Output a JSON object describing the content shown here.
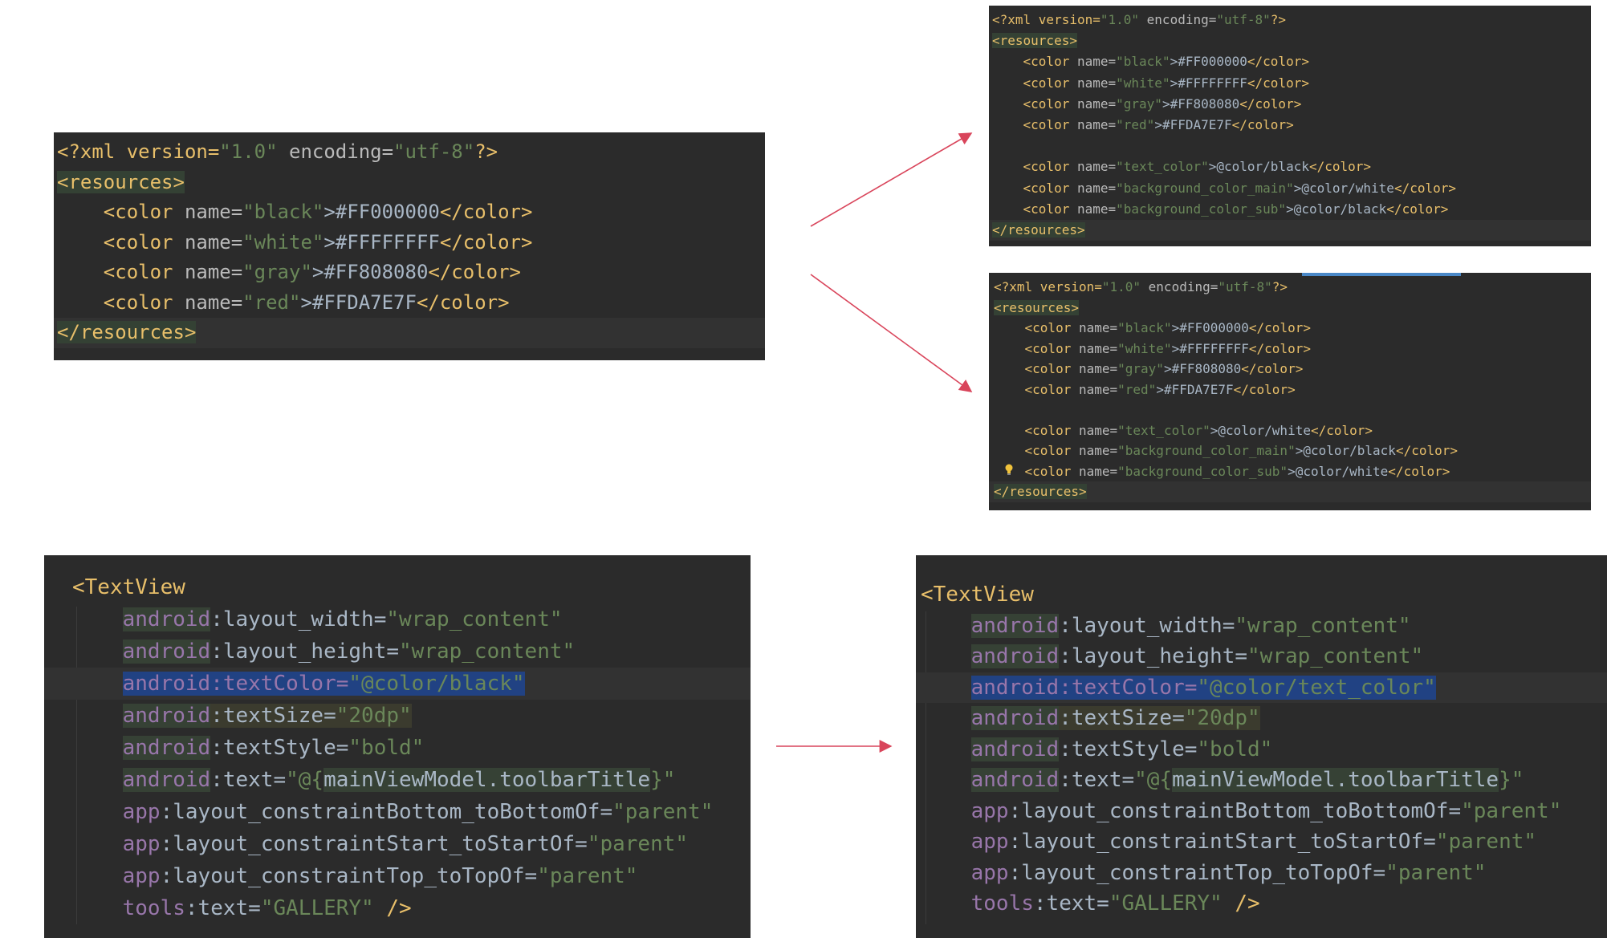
{
  "panels": [
    {
      "id": "colors-original",
      "lines": [
        [
          [
            "<?xml version=",
            "t-pi"
          ],
          [
            "\"1.0\"",
            "t-val"
          ],
          [
            " encoding=",
            "t-attr"
          ],
          [
            "\"utf-8\"",
            "t-val"
          ],
          [
            "?>",
            "t-pi"
          ]
        ],
        [
          [
            "<resources>",
            "t-tag t-resbg"
          ]
        ],
        [
          [
            "    ",
            " "
          ],
          [
            "<color ",
            "t-tag"
          ],
          [
            "name=",
            "t-attr"
          ],
          [
            "\"black\"",
            "t-val"
          ],
          [
            ">#FF000000",
            "t-text"
          ],
          [
            "</color>",
            "t-tag"
          ]
        ],
        [
          [
            "    ",
            " "
          ],
          [
            "<color ",
            "t-tag"
          ],
          [
            "name=",
            "t-attr"
          ],
          [
            "\"white\"",
            "t-val"
          ],
          [
            ">#FFFFFFFF",
            "t-text"
          ],
          [
            "</color>",
            "t-tag"
          ]
        ],
        [
          [
            "    ",
            " "
          ],
          [
            "<color ",
            "t-tag"
          ],
          [
            "name=",
            "t-attr"
          ],
          [
            "\"gray\"",
            "t-val"
          ],
          [
            ">#FF808080",
            "t-text"
          ],
          [
            "</color>",
            "t-tag"
          ]
        ],
        [
          [
            "    ",
            " "
          ],
          [
            "<color ",
            "t-tag"
          ],
          [
            "name=",
            "t-attr"
          ],
          [
            "\"red\"",
            "t-val"
          ],
          [
            ">#FFDA7E7F",
            "t-text"
          ],
          [
            "</color>",
            "t-tag"
          ]
        ],
        [
          [
            "</resources>",
            "t-tag t-resbg"
          ]
        ]
      ]
    },
    {
      "id": "colors-light",
      "lines": [
        [
          [
            "<?xml version=",
            "t-pi"
          ],
          [
            "\"1.0\"",
            "t-val"
          ],
          [
            " encoding=",
            "t-attr"
          ],
          [
            "\"utf-8\"",
            "t-val"
          ],
          [
            "?>",
            "t-pi"
          ]
        ],
        [
          [
            "<resources>",
            "t-tag t-resbg"
          ]
        ],
        [
          [
            "    ",
            " "
          ],
          [
            "<color ",
            "t-tag"
          ],
          [
            "name=",
            "t-attr"
          ],
          [
            "\"black\"",
            "t-val"
          ],
          [
            ">#FF000000",
            "t-text"
          ],
          [
            "</color>",
            "t-tag"
          ]
        ],
        [
          [
            "    ",
            " "
          ],
          [
            "<color ",
            "t-tag"
          ],
          [
            "name=",
            "t-attr"
          ],
          [
            "\"white\"",
            "t-val"
          ],
          [
            ">#FFFFFFFF",
            "t-text"
          ],
          [
            "</color>",
            "t-tag"
          ]
        ],
        [
          [
            "    ",
            " "
          ],
          [
            "<color ",
            "t-tag"
          ],
          [
            "name=",
            "t-attr"
          ],
          [
            "\"gray\"",
            "t-val"
          ],
          [
            ">#FF808080",
            "t-text"
          ],
          [
            "</color>",
            "t-tag"
          ]
        ],
        [
          [
            "    ",
            " "
          ],
          [
            "<color ",
            "t-tag"
          ],
          [
            "name=",
            "t-attr"
          ],
          [
            "\"red\"",
            "t-val"
          ],
          [
            ">#FFDA7E7F",
            "t-text"
          ],
          [
            "</color>",
            "t-tag"
          ]
        ],
        [],
        [
          [
            "    ",
            " "
          ],
          [
            "<color ",
            "t-tag"
          ],
          [
            "name=",
            "t-attr"
          ],
          [
            "\"text_color\"",
            "t-val"
          ],
          [
            ">@color/black",
            "t-text"
          ],
          [
            "</color>",
            "t-tag"
          ]
        ],
        [
          [
            "    ",
            " "
          ],
          [
            "<color ",
            "t-tag"
          ],
          [
            "name=",
            "t-attr"
          ],
          [
            "\"background_color_main\"",
            "t-val"
          ],
          [
            ">@color/white",
            "t-text"
          ],
          [
            "</color>",
            "t-tag"
          ]
        ],
        [
          [
            "    ",
            " "
          ],
          [
            "<color ",
            "t-tag"
          ],
          [
            "name=",
            "t-attr"
          ],
          [
            "\"background_color_sub\"",
            "t-val"
          ],
          [
            ">@color/black",
            "t-text"
          ],
          [
            "</color>",
            "t-tag"
          ]
        ],
        [
          [
            "</resources>",
            "t-tag t-resbg"
          ]
        ]
      ]
    },
    {
      "id": "colors-dark",
      "lines": [
        [
          [
            "<?xml version=",
            "t-pi"
          ],
          [
            "\"1.0\"",
            "t-val"
          ],
          [
            " encoding=",
            "t-attr"
          ],
          [
            "\"utf-8\"",
            "t-val"
          ],
          [
            "?>",
            "t-pi"
          ]
        ],
        [
          [
            "<resources>",
            "t-tag t-resbg"
          ]
        ],
        [
          [
            "    ",
            " "
          ],
          [
            "<color ",
            "t-tag"
          ],
          [
            "name=",
            "t-attr"
          ],
          [
            "\"black\"",
            "t-val"
          ],
          [
            ">#FF000000",
            "t-text"
          ],
          [
            "</color>",
            "t-tag"
          ]
        ],
        [
          [
            "    ",
            " "
          ],
          [
            "<color ",
            "t-tag"
          ],
          [
            "name=",
            "t-attr"
          ],
          [
            "\"white\"",
            "t-val"
          ],
          [
            ">#FFFFFFFF",
            "t-text"
          ],
          [
            "</color>",
            "t-tag"
          ]
        ],
        [
          [
            "    ",
            " "
          ],
          [
            "<color ",
            "t-tag"
          ],
          [
            "name=",
            "t-attr"
          ],
          [
            "\"gray\"",
            "t-val"
          ],
          [
            ">#FF808080",
            "t-text"
          ],
          [
            "</color>",
            "t-tag"
          ]
        ],
        [
          [
            "    ",
            " "
          ],
          [
            "<color ",
            "t-tag"
          ],
          [
            "name=",
            "t-attr"
          ],
          [
            "\"red\"",
            "t-val"
          ],
          [
            ">#FFDA7E7F",
            "t-text"
          ],
          [
            "</color>",
            "t-tag"
          ]
        ],
        [],
        [
          [
            "    ",
            " "
          ],
          [
            "<color ",
            "t-tag"
          ],
          [
            "name=",
            "t-attr"
          ],
          [
            "\"text_color\"",
            "t-val"
          ],
          [
            ">@color/white",
            "t-text"
          ],
          [
            "</color>",
            "t-tag"
          ]
        ],
        [
          [
            "    ",
            " "
          ],
          [
            "<color ",
            "t-tag"
          ],
          [
            "name=",
            "t-attr"
          ],
          [
            "\"background_color_main\"",
            "t-val"
          ],
          [
            ">@color/black",
            "t-text"
          ],
          [
            "</color>",
            "t-tag"
          ]
        ],
        [
          [
            "    ",
            " "
          ],
          [
            "<color ",
            "t-tag"
          ],
          [
            "name=",
            "t-attr"
          ],
          [
            "\"background_color_sub\"",
            "t-val"
          ],
          [
            ">@color/white",
            "t-text"
          ],
          [
            "</color>",
            "t-tag"
          ]
        ],
        [
          [
            "</resources>",
            "t-tag t-resbg"
          ]
        ]
      ]
    },
    {
      "id": "textview-before",
      "lines": [
        [
          [
            "<TextView",
            "t-tag"
          ]
        ],
        [
          [
            "    ",
            " "
          ],
          [
            "android",
            "t-ns t-nsbg"
          ],
          [
            ":layout_width=",
            "t-text"
          ],
          [
            "\"wrap_content\"",
            "t-val"
          ]
        ],
        [
          [
            "    ",
            " "
          ],
          [
            "android",
            "t-ns t-nsbg"
          ],
          [
            ":layout_height=",
            "t-text"
          ],
          [
            "\"wrap_content\"",
            "t-val"
          ]
        ],
        [
          [
            "    ",
            " "
          ],
          [
            "android:textColor=",
            "t-ns t-selbg"
          ],
          [
            "\"@color/black\"",
            "t-val t-selbg"
          ]
        ],
        [
          [
            "    ",
            " "
          ],
          [
            "android",
            "t-ns t-nsbg"
          ],
          [
            ":textSize=",
            "t-text t-warnbg"
          ],
          [
            "\"20dp\"",
            "t-val t-warnbg"
          ]
        ],
        [
          [
            "    ",
            " "
          ],
          [
            "android",
            "t-ns t-nsbg"
          ],
          [
            ":textStyle=",
            "t-text"
          ],
          [
            "\"bold\"",
            "t-val"
          ]
        ],
        [
          [
            "    ",
            " "
          ],
          [
            "android",
            "t-ns t-nsbg"
          ],
          [
            ":text=",
            "t-text"
          ],
          [
            "\"@{",
            "t-val"
          ],
          [
            "mainViewModel.toolbarTitle",
            "t-text t-nsbg"
          ],
          [
            "}\"",
            "t-val"
          ]
        ],
        [
          [
            "    ",
            " "
          ],
          [
            "app",
            "t-ns"
          ],
          [
            ":layout_constraintBottom_toBottomOf=",
            "t-text"
          ],
          [
            "\"parent\"",
            "t-val"
          ]
        ],
        [
          [
            "    ",
            " "
          ],
          [
            "app",
            "t-ns"
          ],
          [
            ":layout_constraintStart_toStartOf=",
            "t-text"
          ],
          [
            "\"parent\"",
            "t-val"
          ]
        ],
        [
          [
            "    ",
            " "
          ],
          [
            "app",
            "t-ns"
          ],
          [
            ":layout_constraintTop_toTopOf=",
            "t-text"
          ],
          [
            "\"parent\"",
            "t-val"
          ]
        ],
        [
          [
            "    ",
            " "
          ],
          [
            "tools",
            "t-ns"
          ],
          [
            ":text=",
            "t-text"
          ],
          [
            "\"GALLERY\"",
            "t-val"
          ],
          [
            " />",
            "t-tag"
          ]
        ]
      ]
    },
    {
      "id": "textview-after",
      "lines": [
        [
          [
            "<TextView",
            "t-tag"
          ]
        ],
        [
          [
            "    ",
            " "
          ],
          [
            "android",
            "t-ns t-nsbg"
          ],
          [
            ":layout_width=",
            "t-text"
          ],
          [
            "\"wrap_content\"",
            "t-val"
          ]
        ],
        [
          [
            "    ",
            " "
          ],
          [
            "android",
            "t-ns t-nsbg"
          ],
          [
            ":layout_height=",
            "t-text"
          ],
          [
            "\"wrap_content\"",
            "t-val"
          ]
        ],
        [
          [
            "    ",
            " "
          ],
          [
            "android:textColor=",
            "t-ns t-selbg"
          ],
          [
            "\"@color/text_color\"",
            "t-val t-selbg"
          ]
        ],
        [
          [
            "    ",
            " "
          ],
          [
            "android",
            "t-ns t-nsbg"
          ],
          [
            ":textSize=",
            "t-text t-warnbg"
          ],
          [
            "\"20dp\"",
            "t-val t-warnbg"
          ]
        ],
        [
          [
            "    ",
            " "
          ],
          [
            "android",
            "t-ns t-nsbg"
          ],
          [
            ":textStyle=",
            "t-text"
          ],
          [
            "\"bold\"",
            "t-val"
          ]
        ],
        [
          [
            "    ",
            " "
          ],
          [
            "android",
            "t-ns t-nsbg"
          ],
          [
            ":text=",
            "t-text"
          ],
          [
            "\"@{",
            "t-val"
          ],
          [
            "mainViewModel.toolbarTitle",
            "t-text t-nsbg"
          ],
          [
            "}\"",
            "t-val"
          ]
        ],
        [
          [
            "    ",
            " "
          ],
          [
            "app",
            "t-ns"
          ],
          [
            ":layout_constraintBottom_toBottomOf=",
            "t-text"
          ],
          [
            "\"parent\"",
            "t-val"
          ]
        ],
        [
          [
            "    ",
            " "
          ],
          [
            "app",
            "t-ns"
          ],
          [
            ":layout_constraintStart_toStartOf=",
            "t-text"
          ],
          [
            "\"parent\"",
            "t-val"
          ]
        ],
        [
          [
            "    ",
            " "
          ],
          [
            "app",
            "t-ns"
          ],
          [
            ":layout_constraintTop_toTopOf=",
            "t-text"
          ],
          [
            "\"parent\"",
            "t-val"
          ]
        ],
        [
          [
            "    ",
            " "
          ],
          [
            "tools",
            "t-ns"
          ],
          [
            ":text=",
            "t-text"
          ],
          [
            "\"GALLERY\"",
            "t-val"
          ],
          [
            " />",
            "t-tag"
          ]
        ]
      ]
    }
  ],
  "icons": {
    "lightbulb": "lightbulb-icon"
  },
  "colors": {
    "editor_bg": "#2b2b2b",
    "arrow": "#d9455b",
    "tag": "#e8bf6a",
    "value": "#6a8759",
    "namespace": "#9876aa"
  }
}
